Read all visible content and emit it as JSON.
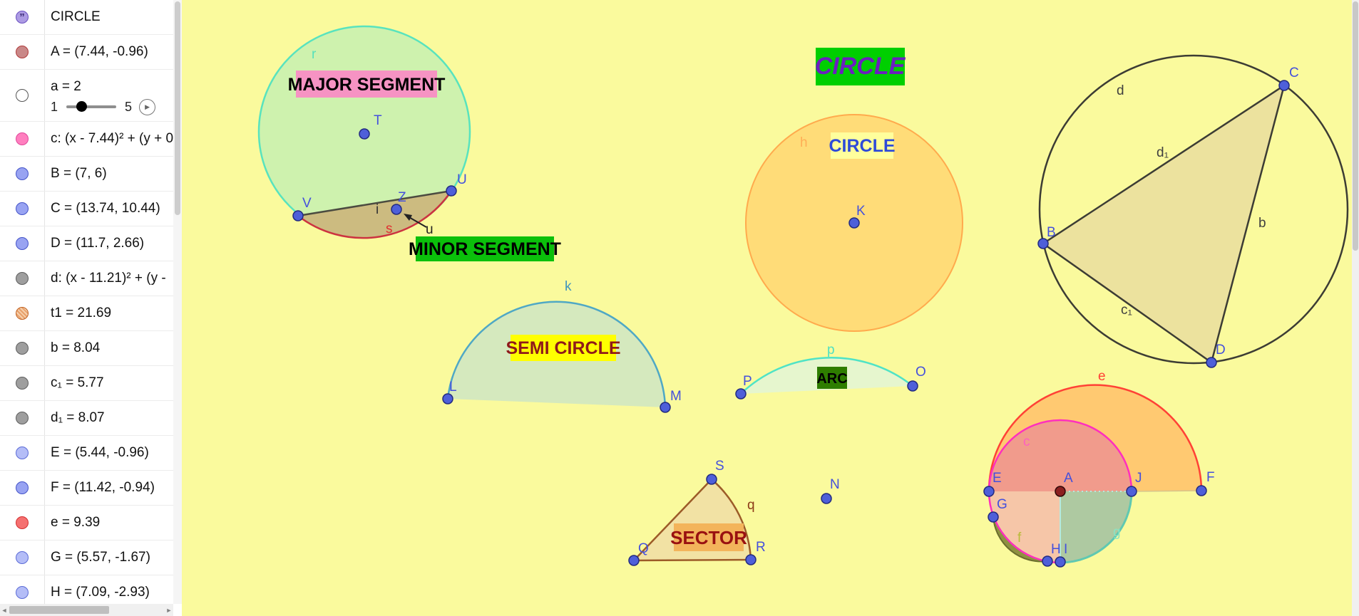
{
  "icons": {
    "play": "▶",
    "quote": "”",
    "scroll_left": "◄",
    "scroll_right": "►"
  },
  "sidebar": {
    "rows": [
      {
        "label": "CIRCLE",
        "icon": "text-object-icon"
      },
      {
        "label": "A = (7.44, -0.96)",
        "icon": "point-maroon-icon"
      },
      {
        "label": "a = 2",
        "min": "1",
        "max": "5",
        "icon": "slider-icon"
      },
      {
        "label": "c: (x - 7.44)² + (y + 0",
        "icon": "circle-pink-icon"
      },
      {
        "label": "B = (7, 6)",
        "icon": "point-blue-icon"
      },
      {
        "label": "C = (13.74, 10.44)",
        "icon": "point-blue-icon"
      },
      {
        "label": "D = (11.7, 2.66)",
        "icon": "point-blue-icon"
      },
      {
        "label": "d: (x - 11.21)² + (y - ",
        "icon": "circle-gray-icon"
      },
      {
        "label": "t1 = 21.69",
        "icon": "arc-orange-icon"
      },
      {
        "label": "b = 8.04",
        "icon": "segment-gray-icon"
      },
      {
        "label": "c₁ = 5.77",
        "icon": "segment-gray-icon"
      },
      {
        "label": "d₁ = 8.07",
        "icon": "segment-gray-icon"
      },
      {
        "label": "E = (5.44, -0.96)",
        "icon": "point-lightblue-icon"
      },
      {
        "label": "F = (11.42, -0.94)",
        "icon": "point-blue-icon"
      },
      {
        "label": "e = 9.39",
        "icon": "arc-red-icon"
      },
      {
        "label": "G = (5.57, -1.67)",
        "icon": "point-lightblue-icon"
      },
      {
        "label": "H = (7.09, -2.93)",
        "icon": "point-lightblue-icon"
      }
    ]
  },
  "canvas": {
    "boxes": {
      "major_segment": "MAJOR SEGMENT",
      "minor_segment": "MINOR SEGMENT",
      "semi_circle": "SEMI CIRCLE",
      "circle_title": "CIRCLE",
      "circle_small": "CIRCLE",
      "arc": "ARC",
      "sector": "SECTOR"
    },
    "points": {
      "T": "T",
      "V": "V",
      "U": "U",
      "Z": "Z",
      "L": "L",
      "M": "M",
      "K": "K",
      "B": "B",
      "C": "C",
      "D": "D",
      "P": "P",
      "O": "O",
      "S": "S",
      "Q": "Q",
      "R": "R",
      "N": "N",
      "A": "A",
      "E": "E",
      "F": "F",
      "G": "G",
      "H": "H",
      "I": "I",
      "J": "J"
    },
    "curves": {
      "r": "r",
      "i": "i",
      "s": "s",
      "u": "u",
      "k": "k",
      "h": "h",
      "p": "p",
      "q": "q",
      "d": "d",
      "d1": "d₁",
      "b": "b",
      "c1": "c₁",
      "e": "e",
      "c": "c",
      "f": "f",
      "g": "g"
    },
    "colors": {
      "background": "#FAFA9D",
      "major_segment_box": "#F693C3",
      "minor_segment_box": "#0BC00B",
      "semi_circle_box": "#FFFF00",
      "circle_title_box": "#00CF00",
      "circle_title_text": "#6C1FBF",
      "circle_small_box": "#FFFF9C",
      "arc_box": "#2E7D00",
      "sector_box": "#F3B45B",
      "dark_red_text": "#8F1A1A",
      "point_blue": "#4E5FD9",
      "mint_stroke": "#58E3BE",
      "teal_stroke": "#4FA8C5",
      "red_arc": "#CC3340",
      "magenta_circle": "#FF2EBE",
      "orange_circle": "#FFAA4D"
    }
  }
}
